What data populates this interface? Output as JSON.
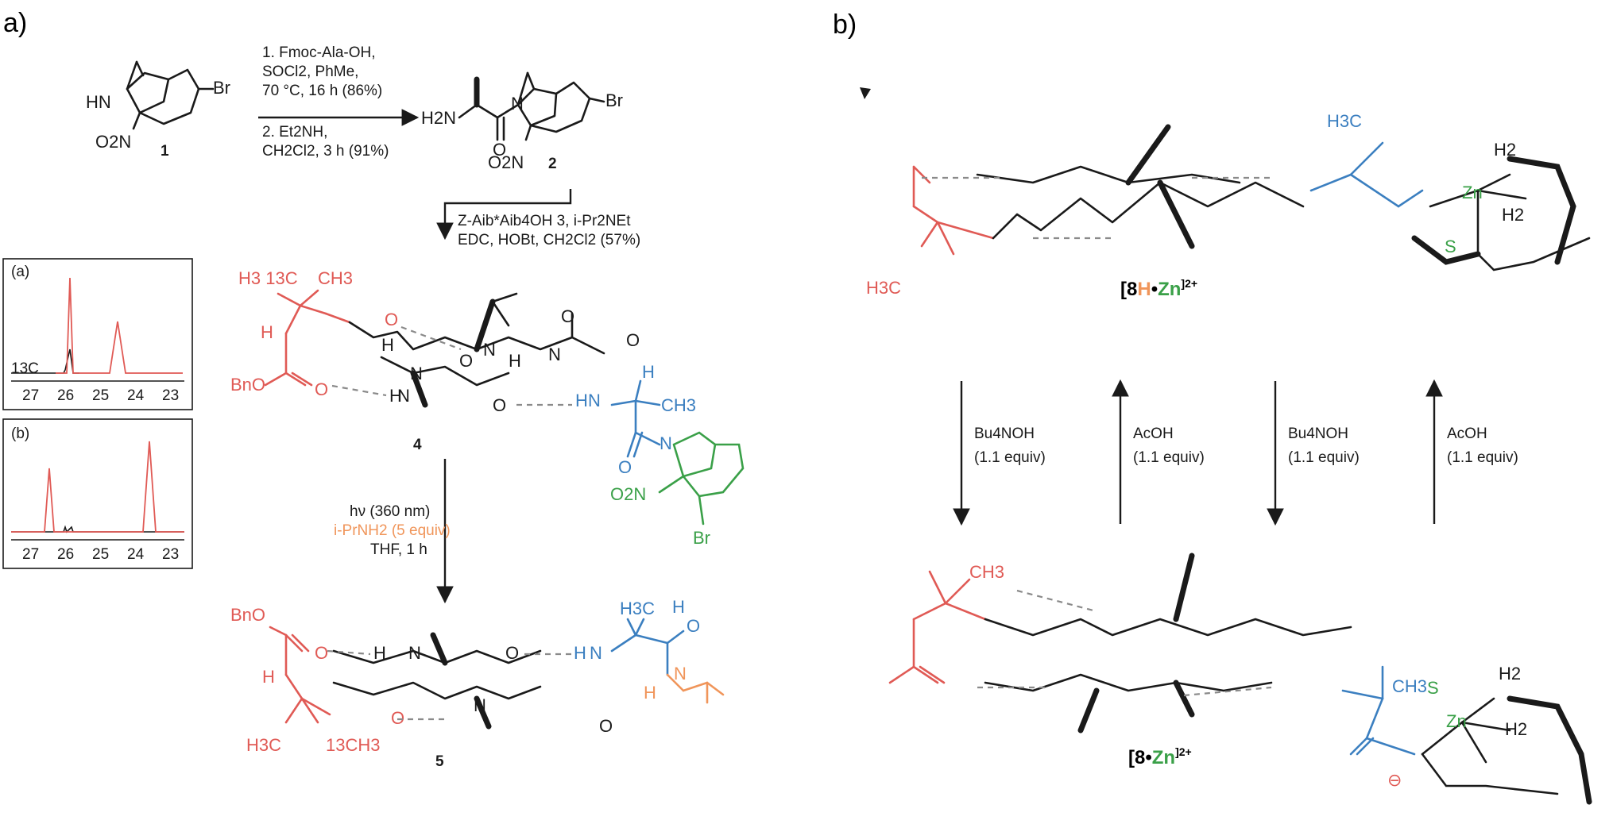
{
  "panels": {
    "a": "a)",
    "b": "b)"
  },
  "colors": {
    "red": "#e05a55",
    "blue": "#3b7fc0",
    "green": "#3aa048",
    "orange": "#f0955a",
    "black": "#1a1a1a",
    "hbond": "#8a8a8a"
  },
  "scheme_a": {
    "compound1_label": "1",
    "compound2_label": "2",
    "compound4_label": "4",
    "compound5_label": "5",
    "step1_conditions": [
      "1. Fmoc-Ala-OH,",
      "SOCl2, PhMe,",
      "70 °C, 16 h (86%)",
      "2. Et2NH,",
      "CH2Cl2, 3 h (91%)"
    ],
    "step2_conditions": [
      "Z-Aib*Aib4OH 3, i-Pr2NEt",
      "EDC, HOBt, CH2Cl2 (57%)"
    ],
    "step3_conditions": [
      "hν (360 nm)",
      "i-PrNH2 (5 equiv)",
      "THF, 1 h"
    ],
    "atoms": {
      "HN": "HN",
      "Br": "Br",
      "O2N": "O2N",
      "H2N": "H2N",
      "N": "N",
      "O": "O",
      "H": "H",
      "H313C": "H3 13C",
      "CH3": "CH3",
      "BnO": "BnO",
      "H3C": "H3C",
      "13CH3": "13CH3"
    }
  },
  "spectra": [
    {
      "label": "(a)",
      "nucleus": "13C",
      "ticks": [
        "27",
        "26",
        "25",
        "24",
        "23"
      ]
    },
    {
      "label": "(b)",
      "nucleus": "",
      "ticks": [
        "27",
        "26",
        "25",
        "24",
        "23"
      ]
    }
  ],
  "scheme_b": {
    "top_complex": {
      "prefix": "[8",
      "H": "H",
      "dot": "•",
      "Zn": "Zn",
      "suffix": "]2+"
    },
    "bottom_complex": {
      "prefix": "[8•",
      "Zn": "Zn",
      "suffix": "]2+"
    },
    "arrows": [
      {
        "reagent": "Bu4NOH",
        "amount": "(1.1 equiv)"
      },
      {
        "reagent": "AcOH",
        "amount": "(1.1 equiv)"
      },
      {
        "reagent": "Bu4NOH",
        "amount": "(1.1 equiv)"
      },
      {
        "reagent": "AcOH",
        "amount": "(1.1 equiv)"
      }
    ],
    "atoms": {
      "Zn": "Zn",
      "S": "S",
      "H2": "H2",
      "H3C": "H3C",
      "CH3": "CH3",
      "minus": "⊖"
    }
  }
}
